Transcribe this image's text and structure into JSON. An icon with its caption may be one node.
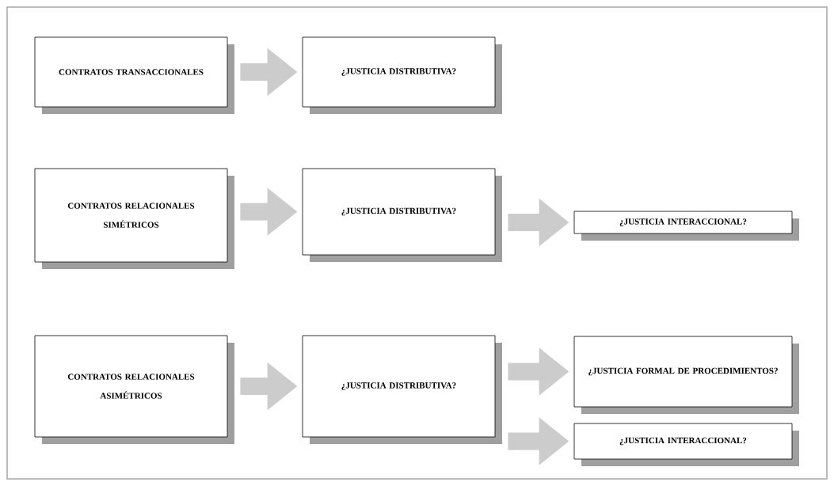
{
  "diagram": {
    "nodes": [
      {
        "text": [
          "CONTRATOS TRANSACCIONALES"
        ]
      },
      {
        "text": [
          "¿JUSTICIA DISTRIBUTIVA?"
        ]
      },
      {
        "text": [
          "CONTRATOS RELACIONALES SIMÉTRICOS"
        ]
      },
      {
        "text": [
          "¿JUSTICIA DISTRIBUTIVA?"
        ]
      },
      {
        "text": [
          "¿JUSTICIA INTERACCIONAL?"
        ]
      },
      {
        "text": [
          "CONTRATOS RELACIONALES ASIMÉTRICOS"
        ]
      },
      {
        "text": [
          "¿JUSTICIA DISTRIBUTIVA?"
        ]
      },
      {
        "text": [
          "¿JUSTICIA FORMAL DE PROCEDIMIENTOS?"
        ]
      },
      {
        "text": [
          "¿JUSTICIA INTERACCIONAL?"
        ]
      }
    ],
    "edges": [
      {
        "from": 0,
        "to": 1,
        "arrow": "to"
      },
      {
        "from": 2,
        "to": 3,
        "arrow": "to"
      },
      {
        "from": 3,
        "to": 4,
        "arrow": "to"
      },
      {
        "from": 5,
        "to": 6,
        "arrow": "to"
      },
      {
        "from": 6,
        "to": 7,
        "arrow": "to"
      },
      {
        "from": 6,
        "to": 8,
        "arrow": "to"
      }
    ]
  }
}
